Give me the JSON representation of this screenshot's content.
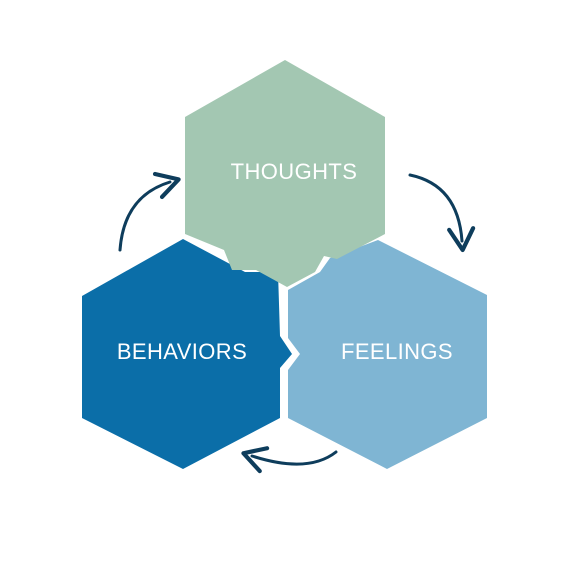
{
  "diagram": {
    "nodes": [
      {
        "id": "thoughts",
        "label": "THOUGHTS",
        "color": "#a3c7b2"
      },
      {
        "id": "feelings",
        "label": "FEELINGS",
        "color": "#7fb5d3"
      },
      {
        "id": "behaviors",
        "label": "BEHAVIORS",
        "color": "#0b6ea8"
      }
    ],
    "cycle": [
      "thoughts",
      "feelings",
      "behaviors",
      "thoughts"
    ],
    "arrow_color": "#0e3d5c",
    "background": "#ffffff"
  }
}
